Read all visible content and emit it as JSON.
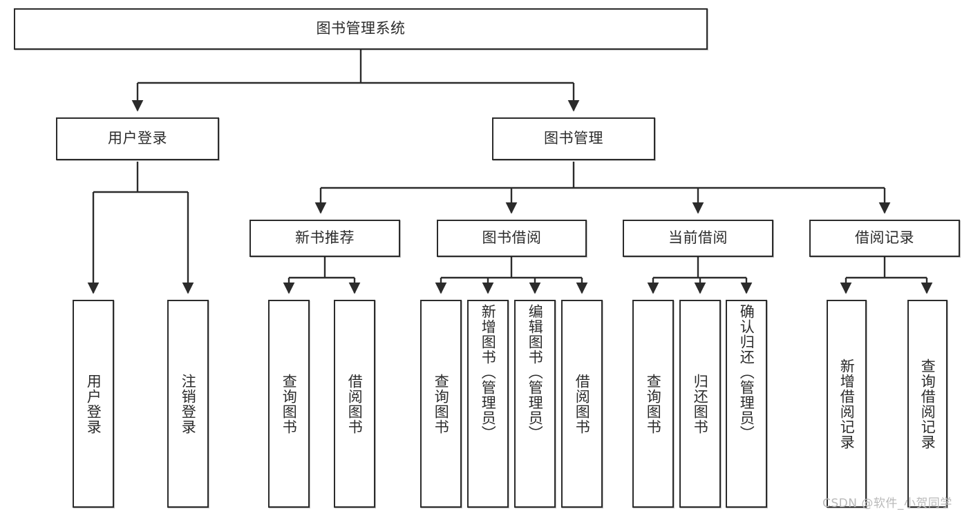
{
  "diagram": {
    "type": "tree-hierarchy",
    "title": "图书管理系统",
    "watermark": "CSDN @软件_小贺同学",
    "colors": {
      "stroke": "#2b2b2b",
      "fill": "#ffffff",
      "text": "#2b2b2b",
      "watermark": "#b9b9b9"
    },
    "levels": [
      {
        "level": 1,
        "nodes": [
          {
            "id": "root",
            "label": "图书管理系统",
            "orientation": "horizontal"
          }
        ]
      },
      {
        "level": 2,
        "nodes": [
          {
            "id": "user-login",
            "label": "用户登录",
            "orientation": "horizontal",
            "parent": "root"
          },
          {
            "id": "book-mgmt",
            "label": "图书管理",
            "orientation": "horizontal",
            "parent": "root"
          }
        ]
      },
      {
        "level": 3,
        "nodes": [
          {
            "id": "new-book-rec",
            "label": "新书推荐",
            "orientation": "horizontal",
            "parent": "book-mgmt"
          },
          {
            "id": "book-borrow",
            "label": "图书借阅",
            "orientation": "horizontal",
            "parent": "book-mgmt"
          },
          {
            "id": "current-borrow",
            "label": "当前借阅",
            "orientation": "horizontal",
            "parent": "book-mgmt"
          },
          {
            "id": "borrow-record",
            "label": "借阅记录",
            "orientation": "horizontal",
            "parent": "book-mgmt"
          }
        ]
      },
      {
        "level": 4,
        "nodes": [
          {
            "id": "leaf-user-login",
            "label": "用户登录",
            "orientation": "vertical",
            "parent": "user-login"
          },
          {
            "id": "leaf-logout",
            "label": "注销登录",
            "orientation": "vertical",
            "parent": "user-login"
          },
          {
            "id": "leaf-query-book-1",
            "label": "查询图书",
            "orientation": "vertical",
            "parent": "new-book-rec"
          },
          {
            "id": "leaf-borrow-book-1",
            "label": "借阅图书",
            "orientation": "vertical",
            "parent": "new-book-rec"
          },
          {
            "id": "leaf-query-book-2",
            "label": "查询图书",
            "orientation": "vertical",
            "parent": "book-borrow"
          },
          {
            "id": "leaf-add-book",
            "label": "新增图书（管理员）",
            "orientation": "vertical",
            "parent": "book-borrow"
          },
          {
            "id": "leaf-edit-book",
            "label": "编辑图书（管理员）",
            "orientation": "vertical",
            "parent": "book-borrow"
          },
          {
            "id": "leaf-borrow-book-2",
            "label": "借阅图书",
            "orientation": "vertical",
            "parent": "book-borrow"
          },
          {
            "id": "leaf-query-book-3",
            "label": "查询图书",
            "orientation": "vertical",
            "parent": "current-borrow"
          },
          {
            "id": "leaf-return-book",
            "label": "归还图书",
            "orientation": "vertical",
            "parent": "current-borrow"
          },
          {
            "id": "leaf-confirm-return",
            "label": "确认归还（管理员）",
            "orientation": "vertical",
            "parent": "current-borrow"
          },
          {
            "id": "leaf-add-record",
            "label": "新增借阅记录",
            "orientation": "vertical",
            "parent": "borrow-record"
          },
          {
            "id": "leaf-query-record",
            "label": "查询借阅记录",
            "orientation": "vertical",
            "parent": "borrow-record"
          }
        ]
      }
    ]
  }
}
